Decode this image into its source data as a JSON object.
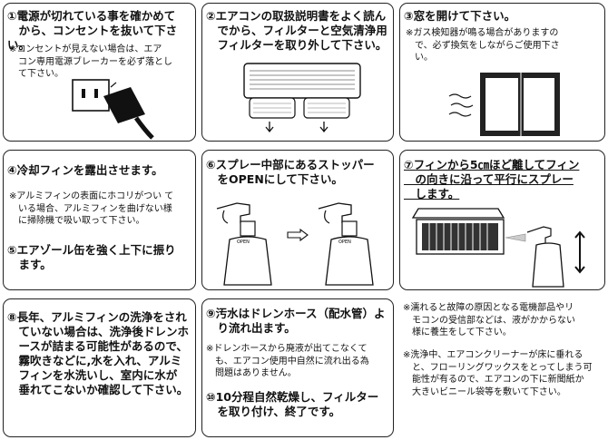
{
  "steps": {
    "s1": {
      "head": "①電源が切れている事を確かめて\n　から、コンセントを抜いて下さい。",
      "note": "※コンセントが見えない場合は、エア\n　コン専用電源ブレーカーを必ず落とし\n　て下さい。"
    },
    "s2": {
      "head": "②エアコンの取扱説明書をよく読ん\n　でから、フィルターと空気清浄用\n　フィルターを取り外して下さい。"
    },
    "s3": {
      "head": "③窓を開けて下さい。",
      "note": "※ガス検知器が鳴る場合がありますの\n　で、必ず換気をしながらご使用下さ\n　い。"
    },
    "s4": {
      "head": "④冷却フィンを露出させます。",
      "note": "※アルミフィンの表面にホコリがつい て\n　いる場合、アルミフィンを曲げない様\n　に掃除機で吸い取って下さい。",
      "head2": "⑤エアゾール缶を強く上下に振り\n　ます。"
    },
    "s6": {
      "head": "⑥スプレー中部にあるストッパー\n　をOPENにして下さい。"
    },
    "s7": {
      "head": "⑦フィンから5㎝ほど離してフィン\n　の向きに沿って平行にスプレー\n　します。"
    },
    "s8": {
      "head": "⑧長年、アルミフィンの洗浄をされ\n　ていない場合は、洗浄後ドレンホ\n　ースが詰まる可能性があるので、\n　霧吹きなどに,水を入れ、アルミ\n　フィンを水洗いし、室内に水が\n　垂れてこないか確認して下さい。"
    },
    "s9": {
      "head": "⑨汚水はドレンホース（配水管）よ\n　り流れ出ます。",
      "note": "※ドレンホースから廃液が出てこなくて\n　も、エアコン使用中自然に流れ出る為\n　問題はありません。",
      "head2": "⑩10分程自然乾燥し、フィルター\n　を取り付け、終了です。"
    },
    "s11": {
      "note": "※濡れると故障の原因となる電機部品やリ\n　モコンの受信部などは、液がかからない\n　様に養生をして下さい。",
      "note2": "※洗浄中、エアコンクリーナーが床に垂れる\n　と、フローリングワックスをとってしまう可\n　能性が有るので、エアコンの下に新聞紙か\n　大きいビニール袋等を敷いて下さい。"
    },
    "labels": {
      "can_open": "OPEN"
    }
  }
}
